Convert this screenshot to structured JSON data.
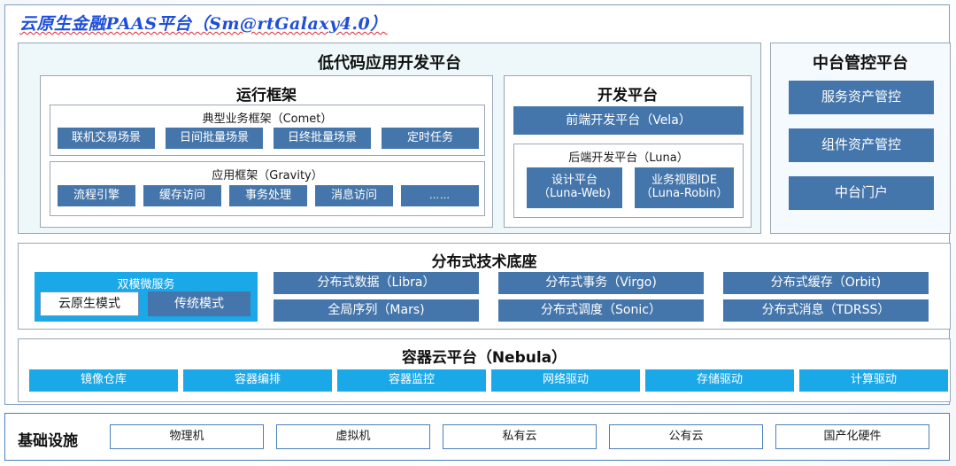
{
  "title": "云原生金融PAAS平台（Sm@rtGalaxy4.0）",
  "colors": {
    "accent_steel": "#4576ab",
    "accent_cyan": "#1ba8e8",
    "title_blue": "#1f4fd8",
    "spellcheck_red": "#e8212b",
    "panel_border": "#9aa7b4",
    "outer_border": "#7f9dc0"
  },
  "lowcode": {
    "title": "低代码应用开发平台",
    "runtime": {
      "title": "运行框架",
      "comet": {
        "title": "典型业务框架（Comet）",
        "items": [
          "联机交易场景",
          "日间批量场景",
          "日终批量场景",
          "定时任务"
        ]
      },
      "gravity": {
        "title": "应用框架（Gravity）",
        "items": [
          "流程引擎",
          "缓存访问",
          "事务处理",
          "消息访问",
          "……"
        ]
      }
    },
    "devplatform": {
      "title": "开发平台",
      "frontend": "前端开发平台（Vela）",
      "backend": {
        "title": "后端开发平台（Luna）",
        "items": [
          {
            "line1": "设计平台",
            "line2": "（Luna-Web)"
          },
          {
            "line1": "业务视图IDE",
            "line2": "（Luna-Robin）"
          }
        ]
      }
    }
  },
  "midoffice": {
    "title": "中台管控平台",
    "items": [
      "服务资产管控",
      "组件资产管控",
      "中台门户"
    ]
  },
  "distbase": {
    "title": "分布式技术底座",
    "dualmode": {
      "title": "双模微服务",
      "items": [
        "云原生模式",
        "传统模式"
      ]
    },
    "grid": [
      [
        "分布式数据（Libra）",
        "分布式事务（Virgo)",
        "分布式缓存（Orbit)"
      ],
      [
        "全局序列（Mars)",
        "分布式调度（Sonic）",
        "分布式消息（TDRSS）"
      ]
    ]
  },
  "nebula": {
    "title": "容器云平台（Nebula）",
    "items": [
      "镜像仓库",
      "容器编排",
      "容器监控",
      "网络驱动",
      "存储驱动",
      "计算驱动"
    ]
  },
  "infra": {
    "label": "基础设施",
    "items": [
      "物理机",
      "虚拟机",
      "私有云",
      "公有云",
      "国产化硬件"
    ]
  }
}
